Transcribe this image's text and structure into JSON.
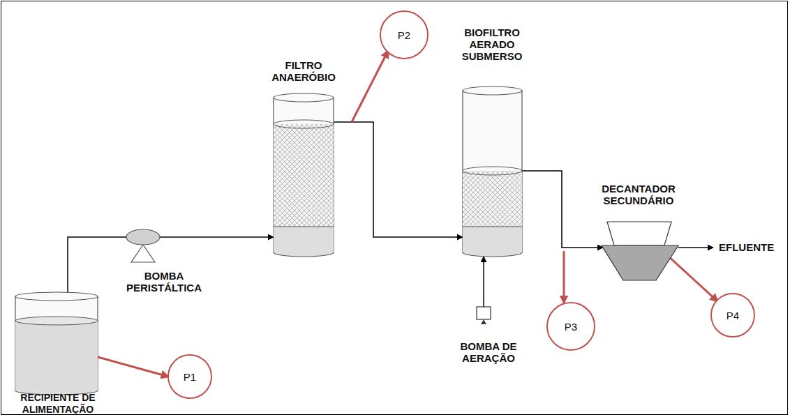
{
  "diagram": {
    "nodes": [
      {
        "text": [
          "RECIPIENTE DE ALIMENTAÇÃO"
        ]
      },
      {
        "text": [
          "BOMBA PERISTÁLTICA"
        ]
      },
      {
        "text": [
          "FILTRO ANAERÓBIO"
        ]
      },
      {
        "text": [
          "BIOFILTRO AERADO SUBMERSO"
        ]
      },
      {
        "text": [
          "BOMBA DE AERAÇÃO"
        ]
      },
      {
        "text": [
          "DECANTADOR SECUNDÁRIO"
        ]
      },
      {
        "text": [
          "P1"
        ]
      },
      {
        "text": [
          "P2"
        ]
      },
      {
        "text": [
          "P3"
        ]
      },
      {
        "text": [
          "P4"
        ]
      }
    ],
    "edges": [
      {
        "from": 0,
        "to": 1,
        "arrow": "none"
      },
      {
        "from": 1,
        "to": 2,
        "arrow": "to"
      },
      {
        "from": 2,
        "to": 3,
        "arrow": "to"
      },
      {
        "from": 4,
        "to": 3,
        "arrow": "to"
      },
      {
        "from": 3,
        "to": 5,
        "arrow": "to"
      },
      {
        "from": 0,
        "to": 6,
        "arrow": "to"
      },
      {
        "from": 2,
        "to": 7,
        "arrow": "to"
      },
      {
        "from": 3,
        "to": 8,
        "arrow": "to"
      },
      {
        "from": 5,
        "to": 9,
        "arrow": "to"
      }
    ],
    "labels": [
      "EFLUENTE"
    ]
  }
}
